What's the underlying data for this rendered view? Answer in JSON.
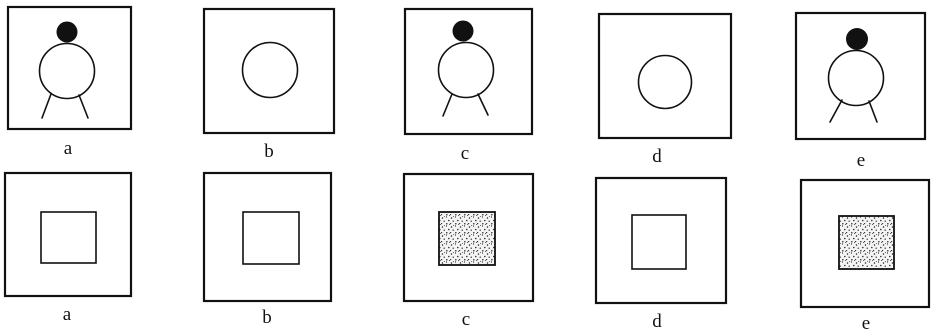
{
  "rows": [
    {
      "panels": [
        {
          "label": "a",
          "figure": "body-with-head-and-legs"
        },
        {
          "label": "b",
          "figure": "plain-circle"
        },
        {
          "label": "c",
          "figure": "body-with-head-and-legs"
        },
        {
          "label": "d",
          "figure": "plain-circle"
        },
        {
          "label": "e",
          "figure": "body-with-head-and-legs"
        }
      ]
    },
    {
      "panels": [
        {
          "label": "a",
          "figure": "square-outline"
        },
        {
          "label": "b",
          "figure": "square-outline"
        },
        {
          "label": "c",
          "figure": "square-dotted"
        },
        {
          "label": "d",
          "figure": "square-outline"
        },
        {
          "label": "e",
          "figure": "square-dotted"
        }
      ]
    }
  ]
}
